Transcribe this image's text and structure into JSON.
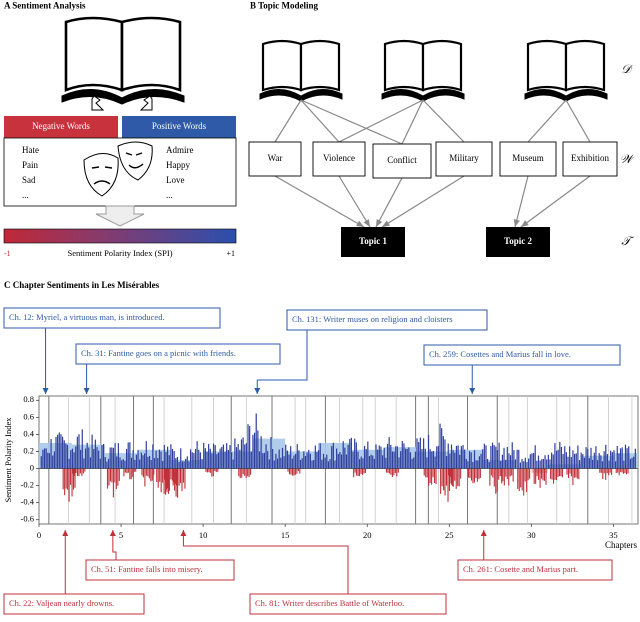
{
  "panel_a": {
    "title": "A Sentiment Analysis",
    "negative_label": "Negative Words",
    "positive_label": "Positive Words",
    "negative_words": [
      "Hate",
      "Pain",
      "Sad",
      "..."
    ],
    "positive_words": [
      "Admire",
      "Happy",
      "Love",
      "..."
    ],
    "scale_label": "Sentiment Polarity Index (SPI)",
    "scale_min": "-1",
    "scale_max": "+1"
  },
  "panel_b": {
    "title": "B Topic Modeling",
    "words": [
      "War",
      "Violence",
      "Conflict",
      "Military",
      "Museum",
      "Exhibition"
    ],
    "topics": [
      "Topic 1",
      "Topic 2"
    ],
    "row_labels": [
      "𝒟",
      "𝒲",
      "𝒯"
    ]
  },
  "panel_c": {
    "title": "C Chapter Sentiments in Les Misérables",
    "xlabel": "Chapters",
    "ylabel": "Sentiment Polarity Index",
    "yticks": [
      "0.8",
      "0.6",
      "0.4",
      "0.2",
      "0",
      "-0.2",
      "-0.4",
      "-0.6"
    ],
    "xticks": [
      "0",
      "5",
      "10",
      "15",
      "20",
      "25",
      "30",
      "35"
    ],
    "annotations": [
      "Ch. 12: Myriel, a virtuous man, is introduced.",
      "Ch. 31: Fantine goes on a picnic with friends.",
      "Ch. 131: Writer muses on religion and cloisters",
      "Ch. 259: Cosettes and Marius fall in love.",
      "Ch. 51: Fantine falls into misery.",
      "Ch. 261: Cosette and Marius part.",
      "Ch. 22: Valjean nearly drowns.",
      "Ch. 81: Writer describes Battle of Waterloo."
    ]
  },
  "colors": {
    "negative": "#c8323c",
    "positive": "#2f5aa8",
    "bar_pos": "#2e3f9e",
    "bar_neg": "#c0303a",
    "avg_pos": "#a9c8ea",
    "avg_neg": "#f2b8c2"
  },
  "chart_data": {
    "type": "bar",
    "xlabel": "Chapters",
    "ylabel": "Sentiment Polarity Index",
    "xlim": [
      0,
      36.5
    ],
    "ylim": [
      -0.65,
      0.85
    ],
    "x_ticks": [
      0,
      5,
      10,
      15,
      20,
      25,
      30,
      35
    ],
    "y_ticks": [
      -0.6,
      -0.4,
      -0.2,
      0,
      0.2,
      0.4,
      0.6,
      0.8
    ],
    "positive_peaks": [
      [
        0.3,
        0.4
      ],
      [
        1.0,
        0.45
      ],
      [
        1.6,
        0.4
      ],
      [
        2.4,
        0.5
      ],
      [
        3.2,
        0.4
      ],
      [
        4.0,
        0.3
      ],
      [
        5.0,
        0.35
      ],
      [
        6.0,
        0.35
      ],
      [
        6.8,
        0.4
      ],
      [
        7.5,
        0.35
      ],
      [
        8.5,
        0.25
      ],
      [
        9.5,
        0.35
      ],
      [
        10.5,
        0.3
      ],
      [
        11.5,
        0.3
      ],
      [
        12.5,
        0.45
      ],
      [
        13.0,
        0.75
      ],
      [
        13.5,
        0.5
      ],
      [
        14.5,
        0.3
      ],
      [
        15.5,
        0.3
      ],
      [
        16.5,
        0.35
      ],
      [
        17.5,
        0.3
      ],
      [
        18.5,
        0.4
      ],
      [
        19.5,
        0.35
      ],
      [
        20.5,
        0.3
      ],
      [
        21.5,
        0.4
      ],
      [
        22.5,
        0.35
      ],
      [
        23.5,
        0.4
      ],
      [
        24.5,
        0.55
      ],
      [
        25.5,
        0.4
      ],
      [
        26.5,
        0.3
      ],
      [
        27.5,
        0.3
      ],
      [
        28.5,
        0.35
      ],
      [
        29.5,
        0.25
      ],
      [
        30.5,
        0.3
      ],
      [
        31.5,
        0.35
      ],
      [
        32.5,
        0.3
      ],
      [
        33.5,
        0.3
      ],
      [
        34.5,
        0.35
      ],
      [
        35.5,
        0.3
      ],
      [
        36.3,
        0.25
      ]
    ],
    "negative_peaks": [
      [
        1.8,
        -0.45
      ],
      [
        2.4,
        -0.15
      ],
      [
        4.5,
        -0.35
      ],
      [
        5.5,
        -0.15
      ],
      [
        6.6,
        -0.25
      ],
      [
        7.5,
        -0.45
      ],
      [
        8.0,
        -0.35
      ],
      [
        8.5,
        -0.4
      ],
      [
        10.5,
        -0.1
      ],
      [
        12.5,
        -0.15
      ],
      [
        15.5,
        -0.1
      ],
      [
        19.5,
        -0.15
      ],
      [
        21.5,
        -0.15
      ],
      [
        23.8,
        -0.3
      ],
      [
        24.8,
        -0.45
      ],
      [
        25.3,
        -0.3
      ],
      [
        26.5,
        -0.2
      ],
      [
        27.8,
        -0.3
      ],
      [
        28.5,
        -0.25
      ],
      [
        29.5,
        -0.4
      ],
      [
        30.5,
        -0.3
      ],
      [
        31.5,
        -0.25
      ],
      [
        32.5,
        -0.2
      ],
      [
        34.5,
        -0.15
      ],
      [
        35.5,
        -0.1
      ]
    ],
    "rolling_mean": [
      [
        0,
        0.3
      ],
      [
        2,
        0.28
      ],
      [
        4,
        0.18
      ],
      [
        6,
        0.22
      ],
      [
        8,
        0.1
      ],
      [
        10,
        0.2
      ],
      [
        12,
        0.2
      ],
      [
        13,
        0.35
      ],
      [
        15,
        0.2
      ],
      [
        17,
        0.3
      ],
      [
        19,
        0.22
      ],
      [
        21,
        0.25
      ],
      [
        23,
        0.2
      ],
      [
        25,
        0.22
      ],
      [
        27,
        0.1
      ],
      [
        29,
        0.0
      ],
      [
        30,
        -0.05
      ],
      [
        31,
        0.05
      ],
      [
        33,
        0.15
      ],
      [
        35,
        0.18
      ],
      [
        36.5,
        0.15
      ]
    ],
    "annotated_chapters": [
      {
        "label_index": 0,
        "x": 0.4
      },
      {
        "label_index": 1,
        "x": 2.9
      },
      {
        "label_index": 2,
        "x": 13.3
      },
      {
        "label_index": 3,
        "x": 26.4
      },
      {
        "label_index": 4,
        "x": 4.5
      },
      {
        "label_index": 5,
        "x": 27.1
      },
      {
        "label_index": 6,
        "x": 1.6
      },
      {
        "label_index": 7,
        "x": 8.8
      }
    ]
  }
}
